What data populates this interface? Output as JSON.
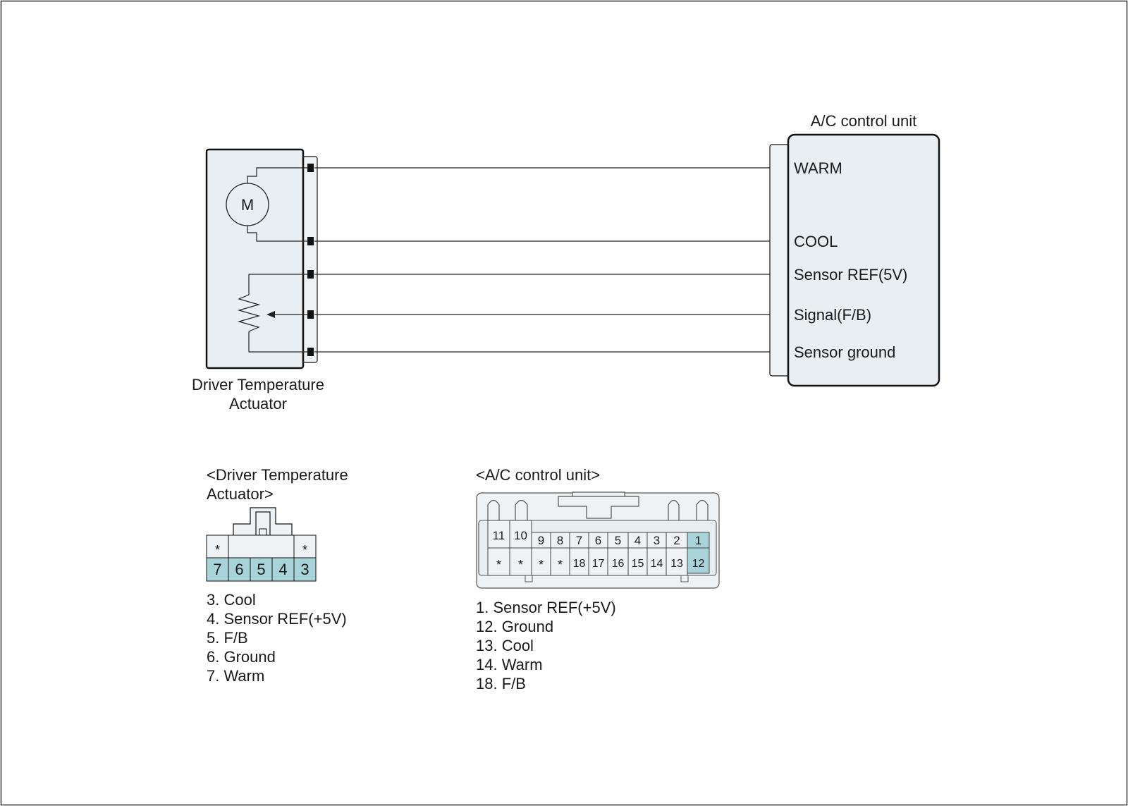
{
  "colors": {
    "body_fill": "#e8eef1",
    "pin_highlight": "#a8d3d8",
    "stroke": "#111111",
    "wire": "#222222",
    "connector_fill": "#eef2f4"
  },
  "actuator": {
    "name_line1": "Driver Temperature",
    "name_line2": "Actuator",
    "motor_label": "M",
    "motor_icon": "motor-icon",
    "sensor_icon": "potentiometer-icon"
  },
  "acu": {
    "title": "A/C control unit",
    "terminals": [
      "WARM",
      "COOL",
      "Sensor REF(5V)",
      "Signal(F/B)",
      "Sensor ground"
    ]
  },
  "actuator_connector": {
    "title_line1": "<Driver Temperature",
    "title_line2": "Actuator>",
    "top_row": [
      "*",
      "",
      "",
      "",
      "*"
    ],
    "bottom_row": [
      "7",
      "6",
      "5",
      "4",
      "3"
    ],
    "highlighted": [
      "7",
      "6",
      "5",
      "4",
      "3"
    ],
    "legend": [
      "3. Cool",
      "4. Sensor REF(+5V)",
      "5. F/B",
      "6. Ground",
      "7. Warm"
    ]
  },
  "acu_connector": {
    "title": "<A/C control unit>",
    "top_row": [
      "11",
      "10",
      "9",
      "8",
      "7",
      "6",
      "5",
      "4",
      "3",
      "2",
      "1"
    ],
    "bottom_row": [
      "*",
      "*",
      "*",
      "*",
      "18",
      "17",
      "16",
      "15",
      "14",
      "13",
      "12"
    ],
    "highlighted": [
      "1",
      "12"
    ],
    "legend": [
      "1. Sensor REF(+5V)",
      "12. Ground",
      "13. Cool",
      "14. Warm",
      "18. F/B"
    ]
  }
}
